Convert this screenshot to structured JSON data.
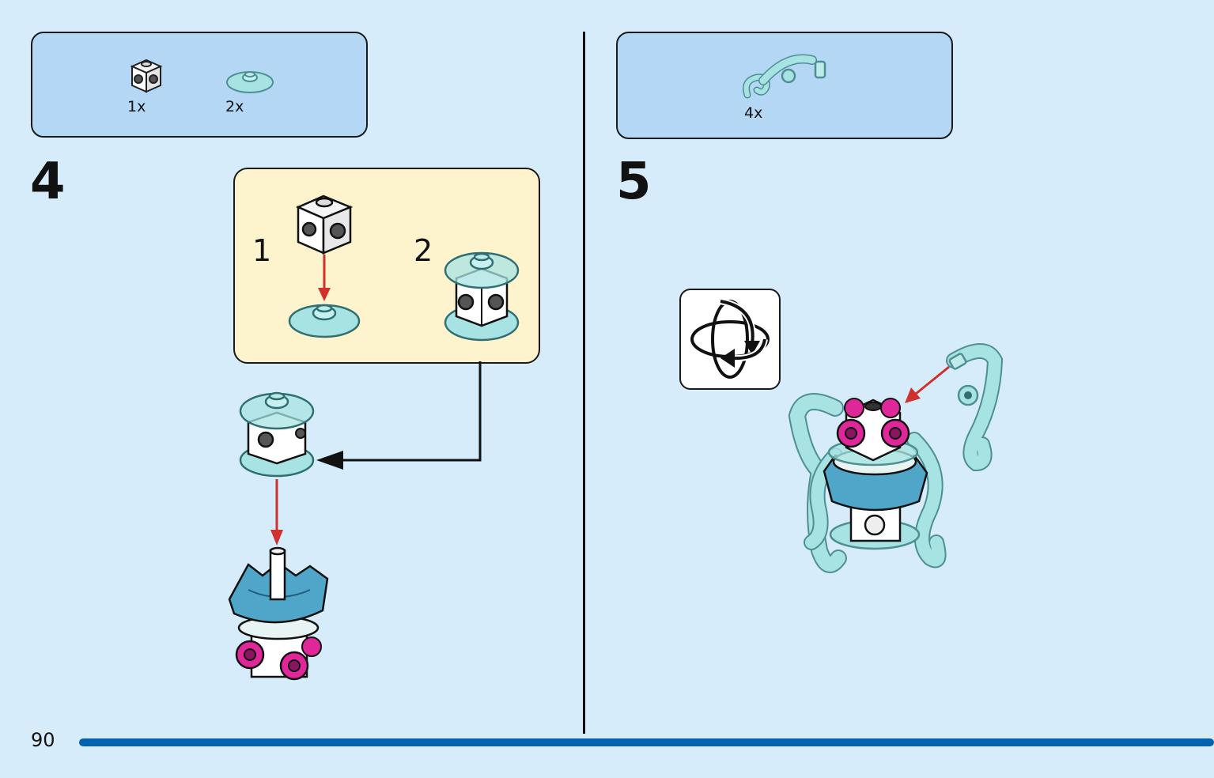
{
  "page_number": "90",
  "step4": {
    "number": "4",
    "parts": [
      {
        "icon": "brick-1x1-studs-icon",
        "qty": "1x"
      },
      {
        "icon": "round-plate-dish-icon",
        "qty": "2x"
      }
    ],
    "substeps": [
      "1",
      "2"
    ]
  },
  "step5": {
    "number": "5",
    "parts": [
      {
        "icon": "tentacle-piece-icon",
        "qty": "4x"
      }
    ],
    "rotate_icon": "rotate-model-icon"
  },
  "colors": {
    "background": "#d6ecfb",
    "parts_box": "#b3d7f5",
    "substep_box": "#fdf3cd",
    "arrow_red": "#d0312d",
    "brand_blue": "#0063b0",
    "trans_cyan": "#a8e3e3",
    "magenta": "#e0279a",
    "medium_azure": "#4fa6c8"
  }
}
